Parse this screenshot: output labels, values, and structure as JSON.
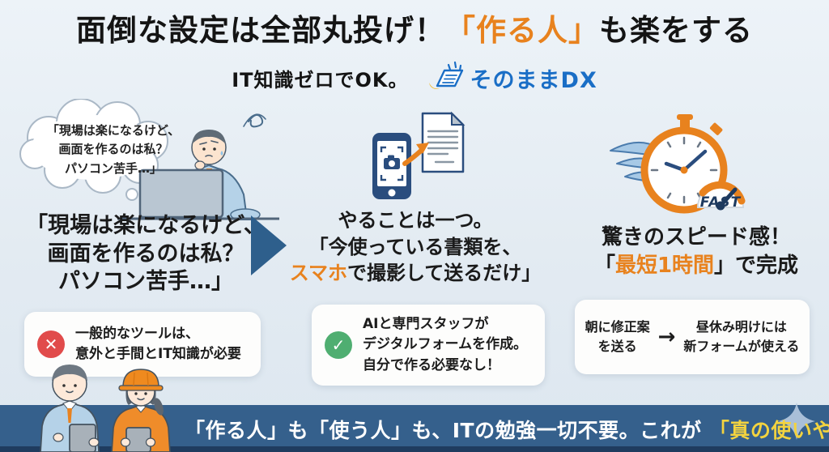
{
  "header": {
    "title": {
      "pre": "面倒な設定は全部丸投げ！",
      "highlight": "「作る人」",
      "post": "も楽をする"
    },
    "subtitle": "IT知識ゼロでOK。",
    "logo": {
      "text": "そのままDX"
    }
  },
  "columns": [
    {
      "bubble": {
        "lines": [
          "「現場は楽になるけど、",
          "画面を作るのは私？",
          "パソコン苦手…」"
        ]
      },
      "heading": {
        "lines": [
          "「現場は楽になるけど、",
          "画面を作るのは私？",
          "パソコン苦手…」"
        ]
      },
      "note": {
        "lines": [
          "一般的なツールは、",
          "意外と手間とIT知識が必要"
        ]
      }
    },
    {
      "heading": {
        "line1": "やることは一つ。",
        "line2": "「今使っている書類を、",
        "line3_highlight": "スマホ",
        "line3_rest": "で撮影して送るだけ」"
      },
      "note": {
        "lines": [
          "AIと専門スタッフが",
          "デジタルフォームを作成。",
          "自分で作る必要なし！"
        ]
      }
    },
    {
      "icon_label": "FAST",
      "heading": {
        "line1": "驚きのスピード感！",
        "line2_pre": "「",
        "line2_highlight": "最短1時間",
        "line2_post": "」で完成"
      },
      "note": {
        "left_lines": [
          "朝に修正案",
          "を送る"
        ],
        "arrow": "→",
        "right_lines": [
          "昼休み明けには",
          "新フォームが使える"
        ]
      }
    }
  ],
  "footer": {
    "pre": "「作る人」も「使う人」も、ITの勉強一切不要。これが",
    "highlight": "「真の使いやすさ」"
  },
  "colors": {
    "accent_orange": "#E8821E",
    "navy": "#2A4D7E",
    "bar_blue": "#35608C",
    "bar_dark": "#1F3C5F",
    "highlight_yellow": "#F3D33F",
    "logo_blue": "#1A6EC6",
    "error_red": "#E14B4B",
    "success_green": "#4FAE71",
    "arrow_blue": "#2E5F8C",
    "background": "#E3EBF2"
  }
}
